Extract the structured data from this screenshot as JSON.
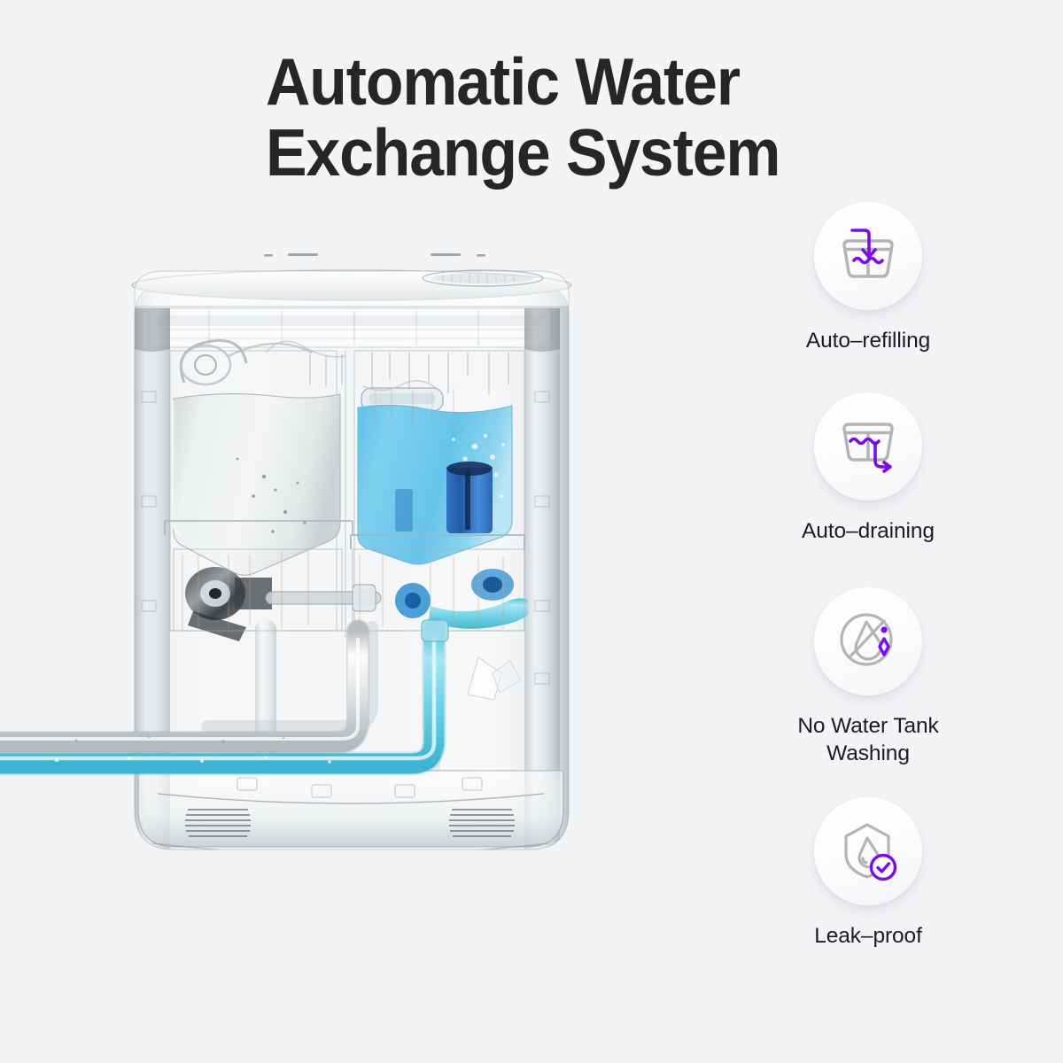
{
  "page": {
    "background_color": "#f2f4f6",
    "accent_color": "#7b0ce8",
    "icon_gray": "#b4b4b7",
    "text_color": "#1b1b27"
  },
  "title": {
    "line1": "Automatic Water",
    "line2": "Exchange System",
    "color": "#262628"
  },
  "product": {
    "alt_name": "transparent-x-ray-robot-vacuum-base-station",
    "tanks": [
      {
        "name": "dirty-water-tank",
        "fill_color": "#e9eced",
        "label_position": "left"
      },
      {
        "name": "clean-water-tank",
        "fill_color": "#7fcdf0",
        "label_position": "right"
      }
    ],
    "hoses": [
      {
        "name": "drain-hose",
        "color": "#d9dcdd"
      },
      {
        "name": "supply-hose",
        "color": "#74d2e6"
      }
    ]
  },
  "features": [
    {
      "icon": "auto-refill-tank-icon",
      "label": "Auto–refilling"
    },
    {
      "icon": "auto-drain-tank-icon",
      "label": "Auto–draining"
    },
    {
      "icon": "no-water-tank-washing-icon",
      "label_line1": "No Water Tank",
      "label_line2": "Washing",
      "label": "No Water Tank Washing"
    },
    {
      "icon": "leak-proof-shield-icon",
      "label": "Leak–proof"
    }
  ]
}
